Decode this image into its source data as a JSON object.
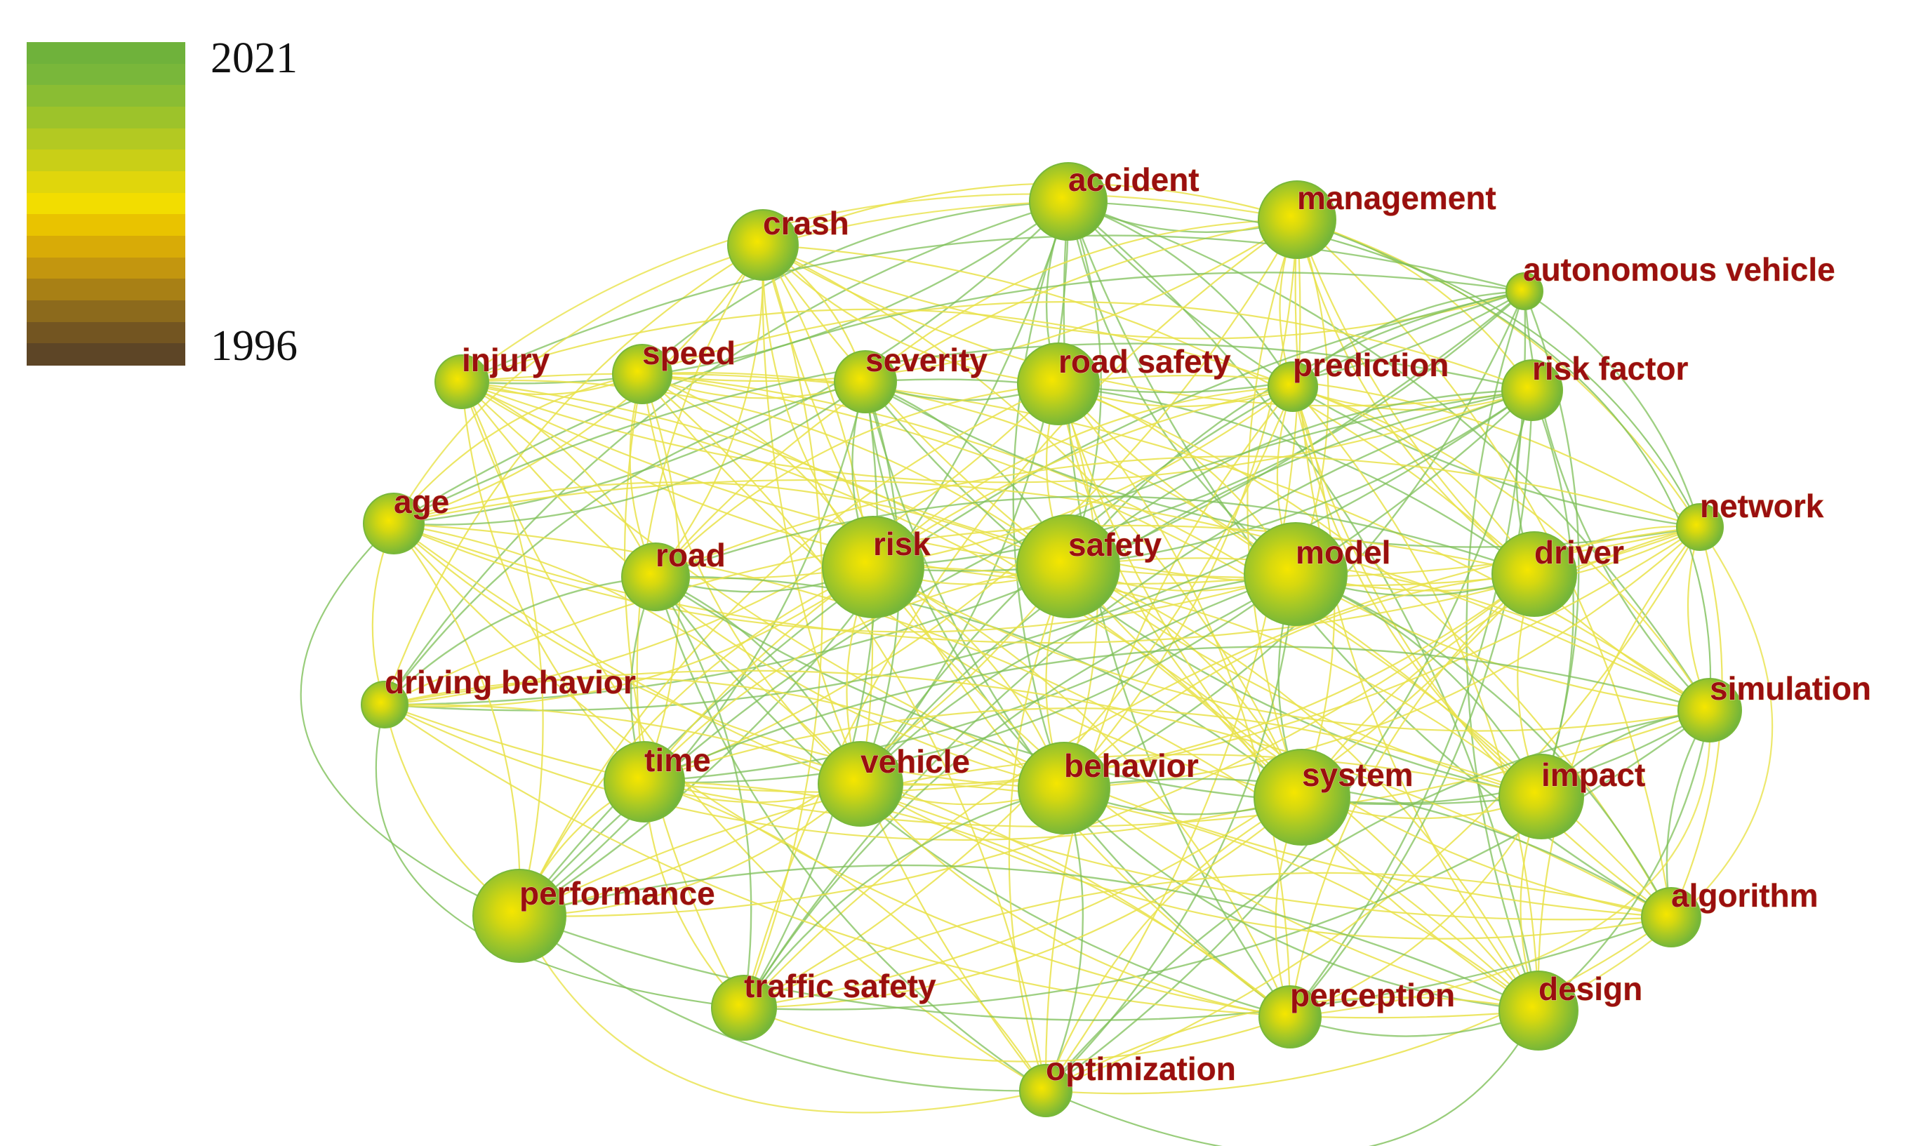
{
  "legend": {
    "max_label": "2021",
    "min_label": "1996",
    "gradient": [
      "#6fb23b",
      "#79b73a",
      "#8abd33",
      "#9dc32a",
      "#b3c922",
      "#c9cf17",
      "#e0d60c",
      "#f2dd00",
      "#e9c300",
      "#d8ab07",
      "#c3960f",
      "#a88015",
      "#8c6a1c",
      "#735521",
      "#5d4526"
    ]
  },
  "colors": {
    "node_outer": "#79b83a",
    "node_inner": "#f0e200",
    "label": "#9a0f0f",
    "edge_yellow": "#e9e24a",
    "edge_green": "#7fc05a"
  },
  "nodes": [
    {
      "id": "accident",
      "label": "accident"
    },
    {
      "id": "management",
      "label": "management"
    },
    {
      "id": "crash",
      "label": "crash"
    },
    {
      "id": "autonomous-vehicle",
      "label": "autonomous vehicle"
    },
    {
      "id": "injury",
      "label": "injury"
    },
    {
      "id": "speed",
      "label": "speed"
    },
    {
      "id": "severity",
      "label": "severity"
    },
    {
      "id": "road-safety",
      "label": "road safety"
    },
    {
      "id": "prediction",
      "label": "prediction"
    },
    {
      "id": "risk-factor",
      "label": "risk factor"
    },
    {
      "id": "age",
      "label": "age"
    },
    {
      "id": "network",
      "label": "network"
    },
    {
      "id": "road",
      "label": "road"
    },
    {
      "id": "risk",
      "label": "risk"
    },
    {
      "id": "safety",
      "label": "safety"
    },
    {
      "id": "model",
      "label": "model"
    },
    {
      "id": "driver",
      "label": "driver"
    },
    {
      "id": "driving-behavior",
      "label": "driving behavior"
    },
    {
      "id": "simulation",
      "label": "simulation"
    },
    {
      "id": "time",
      "label": "time"
    },
    {
      "id": "vehicle",
      "label": "vehicle"
    },
    {
      "id": "behavior",
      "label": "behavior"
    },
    {
      "id": "system",
      "label": "system"
    },
    {
      "id": "impact",
      "label": "impact"
    },
    {
      "id": "performance",
      "label": "performance"
    },
    {
      "id": "algorithm",
      "label": "algorithm"
    },
    {
      "id": "traffic-safety",
      "label": "traffic safety"
    },
    {
      "id": "perception",
      "label": "perception"
    },
    {
      "id": "design",
      "label": "design"
    },
    {
      "id": "optimization",
      "label": "optimization"
    }
  ]
}
